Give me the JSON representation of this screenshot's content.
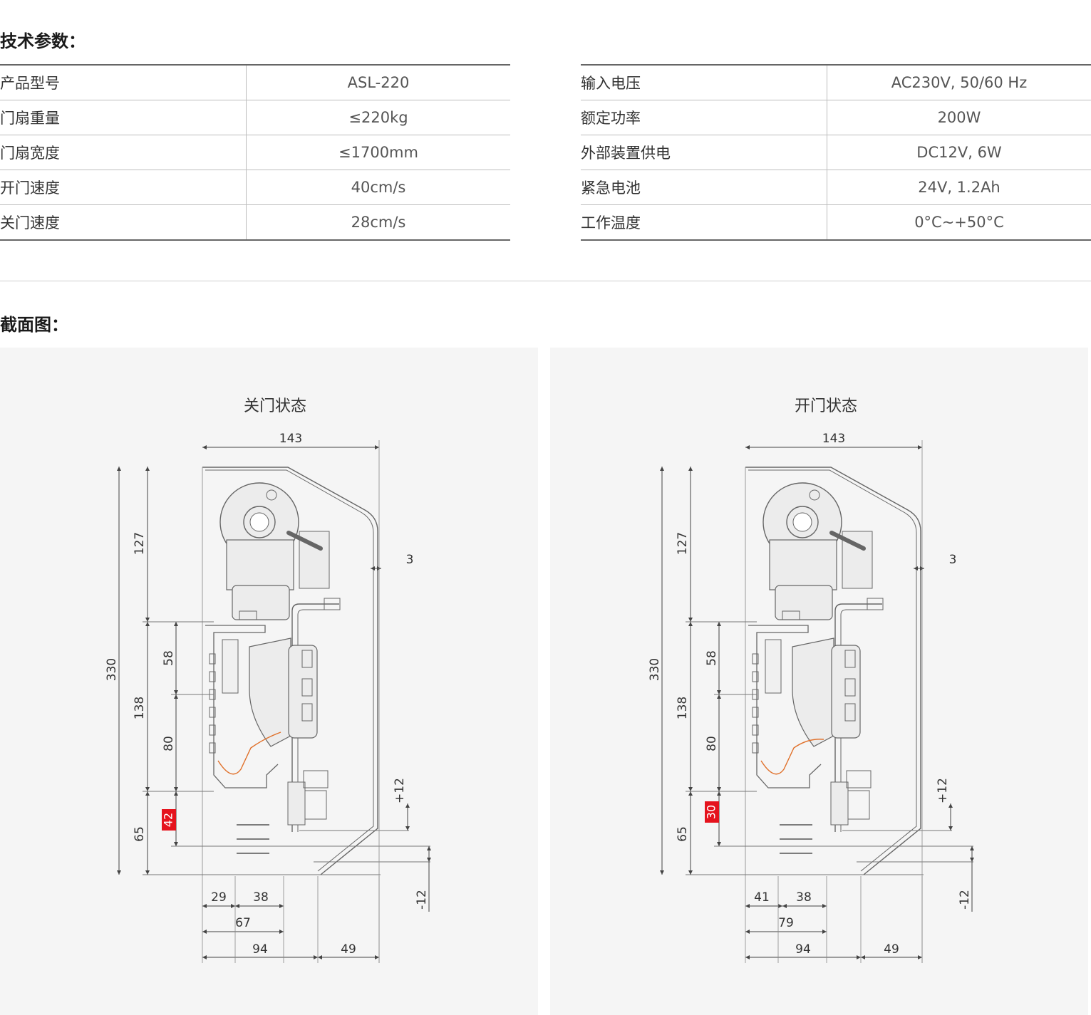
{
  "specs": {
    "title": "技术参数：",
    "left": [
      {
        "key": "产品型号",
        "value": "ASL-220"
      },
      {
        "key": "门扇重量",
        "value": "≤220kg"
      },
      {
        "key": "门扇宽度",
        "value": "≤1700mm"
      },
      {
        "key": "开门速度",
        "value": "40cm/s"
      },
      {
        "key": "关门速度",
        "value": "28cm/s"
      }
    ],
    "right": [
      {
        "key": "输入电压",
        "value": "AC230V, 50/60 Hz"
      },
      {
        "key": "额定功率",
        "value": "200W"
      },
      {
        "key": "外部装置供电",
        "value": "DC12V, 6W"
      },
      {
        "key": "紧急电池",
        "value": "24V, 1.2Ah"
      },
      {
        "key": "工作温度",
        "value": "0°C~+50°C"
      }
    ]
  },
  "section": {
    "title": "截面图："
  },
  "diagrams": [
    {
      "title": "关门状态",
      "dims": {
        "top": "143",
        "right": "3",
        "total": "330",
        "upper": "127",
        "middle": "138",
        "bottom": "65",
        "a": "58",
        "b": "80",
        "highlight": "42",
        "plus": "+12",
        "minus": "-12",
        "d1": "29",
        "d2": "38",
        "d3": "67",
        "d4": "94",
        "d5": "49"
      }
    },
    {
      "title": "开门状态",
      "dims": {
        "top": "143",
        "right": "3",
        "total": "330",
        "upper": "127",
        "middle": "138",
        "bottom": "65",
        "a": "58",
        "b": "80",
        "highlight": "30",
        "plus": "+12",
        "minus": "-12",
        "d1": "41",
        "d2": "38",
        "d3": "79",
        "d4": "94",
        "d5": "49"
      }
    }
  ],
  "colors": {
    "highlight": "#e5131d",
    "cable": "#e0702a",
    "panel": "#f5f5f5"
  }
}
